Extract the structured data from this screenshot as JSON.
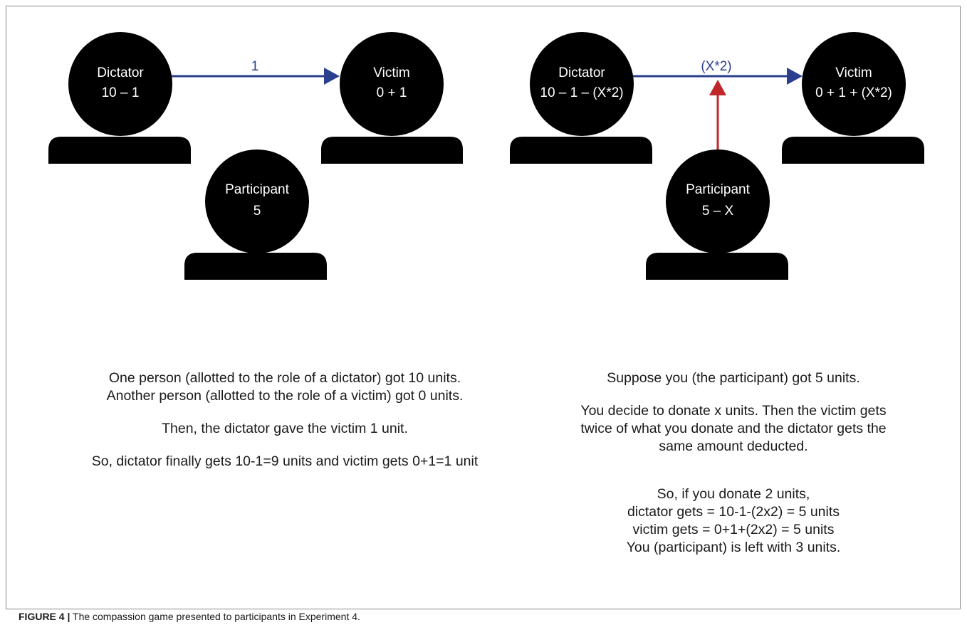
{
  "colors": {
    "person": "#000000",
    "dictator_arrow": "#2b3f8f",
    "participant_arrow": "#c0262a"
  },
  "left_panel": {
    "dictator": {
      "name": "Dictator",
      "value": "10 –   1"
    },
    "victim": {
      "name": "Victim",
      "value": "0 +   1"
    },
    "participant": {
      "name": "Participant",
      "value": "5"
    },
    "arrow_label": "1"
  },
  "right_panel": {
    "dictator": {
      "name": "Dictator",
      "value": "10 –  1 – (X*2)"
    },
    "victim": {
      "name": "Victim",
      "value": "0 +  1 + (X*2)"
    },
    "participant": {
      "name": "Participant",
      "value": "5 – X"
    },
    "arrow_label": "(X*2)"
  },
  "left_text": {
    "line1": "One person (allotted to the role of a dictator) got 10 units.",
    "line2": "Another person (allotted to the role of a victim) got 0 units.",
    "line3": "Then, the dictator gave the victim 1 unit.",
    "line4": "So, dictator finally gets 10-1=9 units and victim gets 0+1=1 unit"
  },
  "right_text": {
    "line1": "Suppose you (the participant) got 5 units.",
    "line2": "You decide to donate x units. Then the victim gets",
    "line3": "twice of what you donate and the dictator gets the",
    "line4": "same amount deducted.",
    "line5": "So, if you donate 2 units,",
    "line6": "dictator gets = 10-1-(2x2) = 5 units",
    "line7": "victim gets = 0+1+(2x2) = 5 units",
    "line8": "You (participant) is left with 3 units."
  },
  "caption": {
    "label": "FIGURE 4 |",
    "text": " The compassion game presented to participants in Experiment 4."
  }
}
